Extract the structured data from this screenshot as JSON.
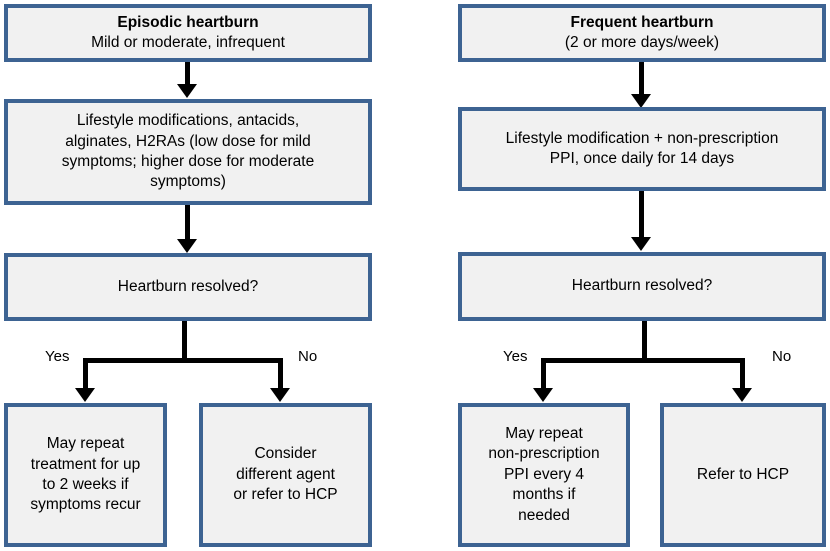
{
  "diagram": {
    "type": "flowchart",
    "accent_border_color": "#3D6392",
    "node_fill_color": "#F1F1F1",
    "connector_color": "#000000",
    "background_color": "#FFFFFF",
    "columns": [
      {
        "id": "episodic",
        "nodes": [
          {
            "id": "episodic-start",
            "title": "Episodic heartburn",
            "subtitle": "Mild or moderate, infrequent"
          },
          {
            "id": "episodic-treatment",
            "text": "Lifestyle modifications, antacids,\nalginates, H2RAs (low dose for mild\nsymptoms; higher dose for moderate\nsymptoms)"
          },
          {
            "id": "episodic-decision",
            "text": "Heartburn resolved?"
          },
          {
            "id": "episodic-yes-outcome",
            "text": "May repeat\ntreatment for up\nto 2 weeks if\nsymptoms recur"
          },
          {
            "id": "episodic-no-outcome",
            "text": "Consider\ndifferent agent\nor refer to HCP"
          }
        ],
        "branch_labels": {
          "yes": "Yes",
          "no": "No"
        }
      },
      {
        "id": "frequent",
        "nodes": [
          {
            "id": "frequent-start",
            "title": "Frequent heartburn",
            "subtitle": "(2 or more days/week)"
          },
          {
            "id": "frequent-treatment",
            "text": "Lifestyle modification + non-prescription\nPPI, once daily for 14 days"
          },
          {
            "id": "frequent-decision",
            "text": "Heartburn resolved?"
          },
          {
            "id": "frequent-yes-outcome",
            "text": "May repeat\nnon-prescription\nPPI every 4\nmonths if\nneeded"
          },
          {
            "id": "frequent-no-outcome",
            "text": "Refer to HCP"
          }
        ],
        "branch_labels": {
          "yes": "Yes",
          "no": "No"
        }
      }
    ]
  }
}
